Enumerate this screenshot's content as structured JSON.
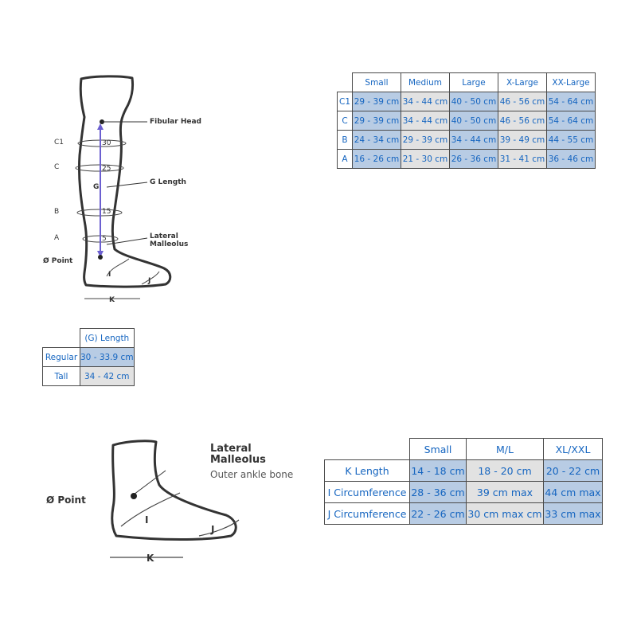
{
  "leg_diagram": {
    "labels": {
      "fibular_head": "Fibular Head",
      "g_length": "G Length",
      "lateral": "Lateral",
      "malleolus": "Malleolus",
      "c1": "C1",
      "c": "C",
      "b": "B",
      "a": "A",
      "point": "Ø Point",
      "g": "G",
      "i": "I",
      "j": "J",
      "k": "K",
      "tick_30": "30",
      "tick_25": "25",
      "tick_15": "15",
      "tick_5": "5"
    }
  },
  "size_table": {
    "headers": [
      "Small",
      "Medium",
      "Large",
      "X-Large",
      "XX-Large"
    ],
    "rows": [
      {
        "label": "C1",
        "values": [
          "29 - 39 cm",
          "34 - 44 cm",
          "40 - 50 cm",
          "46 - 56 cm",
          "54 - 64 cm"
        ]
      },
      {
        "label": "C",
        "values": [
          "29 - 39 cm",
          "34 - 44 cm",
          "40 - 50 cm",
          "46 - 56 cm",
          "54 - 64 cm"
        ]
      },
      {
        "label": "B",
        "values": [
          "24 - 34 cm",
          "29 - 39 cm",
          "34 - 44 cm",
          "39 - 49 cm",
          "44 - 55 cm"
        ]
      },
      {
        "label": "A",
        "values": [
          "16 - 26 cm",
          "21 - 30 cm",
          "26 - 36 cm",
          "31 - 41 cm",
          "36 - 46 cm"
        ]
      }
    ]
  },
  "length_table": {
    "header": "(G) Length",
    "rows": [
      {
        "label": "Regular",
        "value": "30 - 33.9 cm"
      },
      {
        "label": "Tall",
        "value": "34 - 42 cm"
      }
    ]
  },
  "foot_diagram": {
    "labels": {
      "lateral": "Lateral",
      "malleolus": "Malleolus",
      "outer": "Outer ankle bone",
      "point": "Ø Point",
      "i": "I",
      "j": "J",
      "k": "K"
    }
  },
  "foot_table": {
    "headers": [
      "Small",
      "M/L",
      "XL/XXL"
    ],
    "rows": [
      {
        "label": "K Length",
        "values": [
          "14 - 18 cm",
          "18 - 20 cm",
          "20 - 22 cm"
        ]
      },
      {
        "label": "I Circumference",
        "values": [
          "28 - 36 cm",
          "39 cm max",
          "44 cm max"
        ]
      },
      {
        "label": "J Circumference",
        "values": [
          "22 - 26 cm",
          "30 cm max cm",
          "33 cm max"
        ]
      }
    ]
  },
  "colors": {
    "text_blue": "#1565c0",
    "cell_blue": "#b8cce4",
    "cell_grey": "#e2e2e2",
    "arrow": "#6b5fd0",
    "outline": "#333333"
  }
}
